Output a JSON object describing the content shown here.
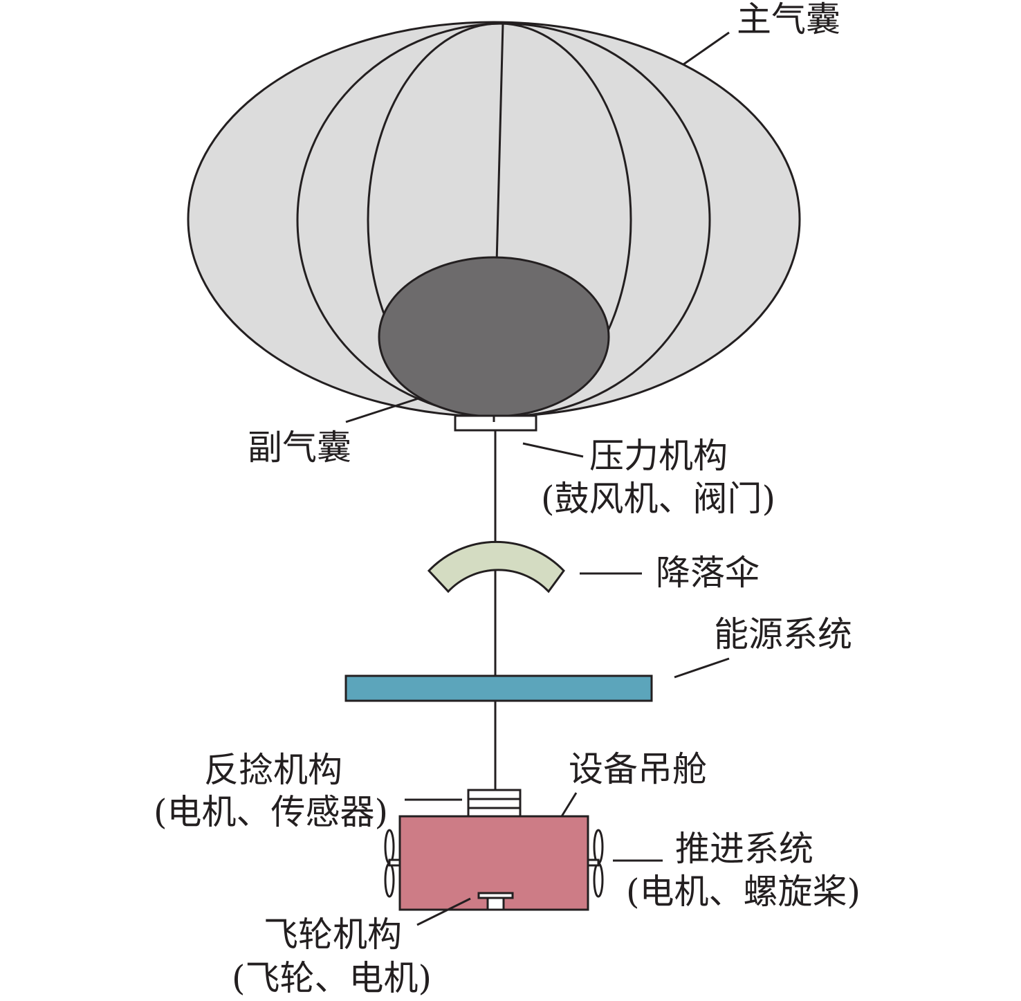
{
  "labels": {
    "main_airbag": "主气囊",
    "secondary_airbag": "副气囊",
    "pressure_mechanism": "压力机构",
    "pressure_mechanism_detail": "(鼓风机、阀门)",
    "parachute": "降落伞",
    "energy_system": "能源系统",
    "anti_twist_mechanism": "反捻机构",
    "anti_twist_mechanism_detail": "(电机、传感器)",
    "equipment_gondola": "设备吊舱",
    "propulsion_system": "推进系统",
    "propulsion_system_detail": "(电机、螺旋桨)",
    "flywheel_mechanism": "飞轮机构",
    "flywheel_mechanism_detail": "(飞轮、电机)"
  },
  "colors": {
    "main_airbag_fill": "#dcdcdc",
    "secondary_airbag_fill": "#6d6b6c",
    "parachute_fill": "#d4dcc2",
    "energy_panel_fill": "#5ca5bb",
    "gondola_fill": "#cd7c86",
    "stroke": "#231f20"
  }
}
